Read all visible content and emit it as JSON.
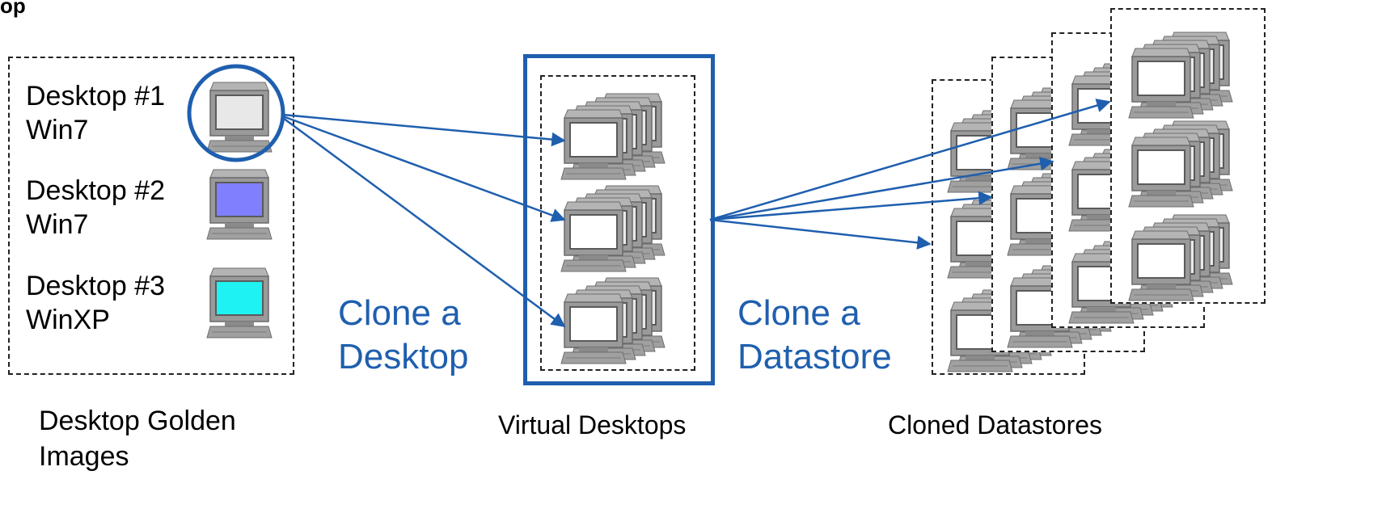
{
  "header_fragment": "op",
  "golden": {
    "items": [
      {
        "name": "Desktop #1",
        "os": "Win7",
        "screen_color": "#e8e8e8"
      },
      {
        "name": "Desktop #2",
        "os": "Win7",
        "screen_color": "#8080ff"
      },
      {
        "name": "Desktop #3",
        "os": "WinXP",
        "screen_color": "#1ef2f2"
      }
    ],
    "caption_line1": "Desktop Golden",
    "caption_line2": "Images"
  },
  "clone_desktop": {
    "line1": "Clone a",
    "line2": "Desktop"
  },
  "virtual": {
    "caption": "Virtual Desktops"
  },
  "clone_datastore": {
    "line1": "Clone a",
    "line2": "Datastore"
  },
  "cloned": {
    "caption": "Cloned Datastores"
  },
  "colors": {
    "accent": "#1f5fae",
    "monitor_body": "#9a9a9a",
    "monitor_dark": "#707070"
  }
}
